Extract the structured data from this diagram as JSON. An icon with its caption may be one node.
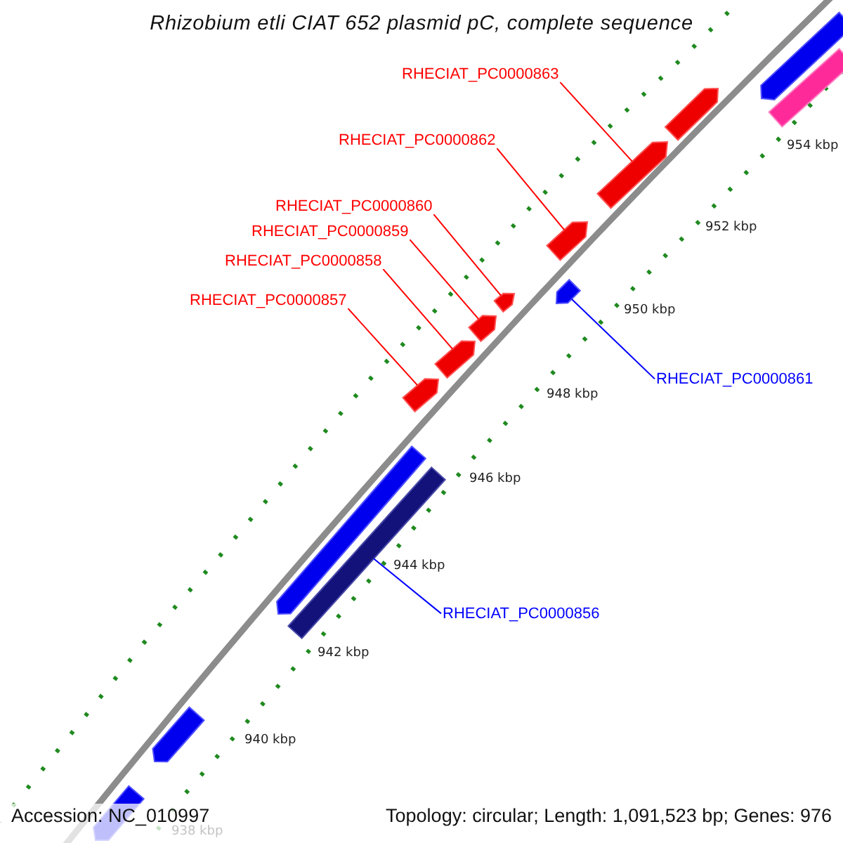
{
  "diagram": {
    "title": "Rhizobium etli CIAT 652 plasmid pC, complete sequence",
    "nodes": [
      {
        "text": [
          "RHECIAT_PC0000863"
        ]
      },
      {
        "text": [
          "RHECIAT_PC0000862"
        ]
      },
      {
        "text": [
          "RHECIAT_PC0000860"
        ]
      },
      {
        "text": [
          "RHECIAT_PC0000859"
        ]
      },
      {
        "text": [
          "RHECIAT_PC0000858"
        ]
      },
      {
        "text": [
          "RHECIAT_PC0000857"
        ]
      },
      {
        "text": [
          "RHECIAT_PC0000861"
        ]
      },
      {
        "text": [
          "RHECIAT_PC0000856"
        ]
      },
      {
        "text": [],
        "shape": "bar"
      },
      {
        "text": [],
        "shape": "bar"
      },
      {
        "text": [],
        "shape": "bar"
      },
      {
        "text": [],
        "shape": "bar"
      },
      {
        "text": [],
        "shape": "bar"
      },
      {
        "text": [],
        "shape": "bar"
      },
      {
        "text": [],
        "shape": "bar"
      },
      {
        "text": [],
        "shape": "bar"
      },
      {
        "text": [],
        "shape": "bar"
      },
      {
        "text": [],
        "shape": "bar"
      },
      {
        "text": [],
        "shape": "bar"
      },
      {
        "text": [],
        "shape": "bar"
      },
      {
        "text": [],
        "shape": "bar"
      },
      {
        "text": [],
        "shape": "bar"
      }
    ],
    "edges": [
      {
        "from": 0,
        "to": 8,
        "arrow": "none"
      },
      {
        "from": 1,
        "to": 9,
        "arrow": "none"
      },
      {
        "from": 2,
        "to": 10,
        "arrow": "none"
      },
      {
        "from": 3,
        "to": 11,
        "arrow": "none"
      },
      {
        "from": 4,
        "to": 12,
        "arrow": "none"
      },
      {
        "from": 5,
        "to": 13,
        "arrow": "none"
      },
      {
        "from": 6,
        "to": 14,
        "arrow": "none",
        "color": "#0000ff"
      },
      {
        "from": 7,
        "to": 15,
        "arrow": "none",
        "color": "#0000ff"
      }
    ],
    "labels": [
      "954 kbp",
      "952 kbp",
      "950 kbp",
      "948 kbp",
      "946 kbp",
      "944 kbp",
      "942 kbp",
      "940 kbp",
      "938 kbp",
      "Accession: NC_010997",
      "Topology: circular; Length: 1,091,523 bp; Genes: 976"
    ]
  }
}
